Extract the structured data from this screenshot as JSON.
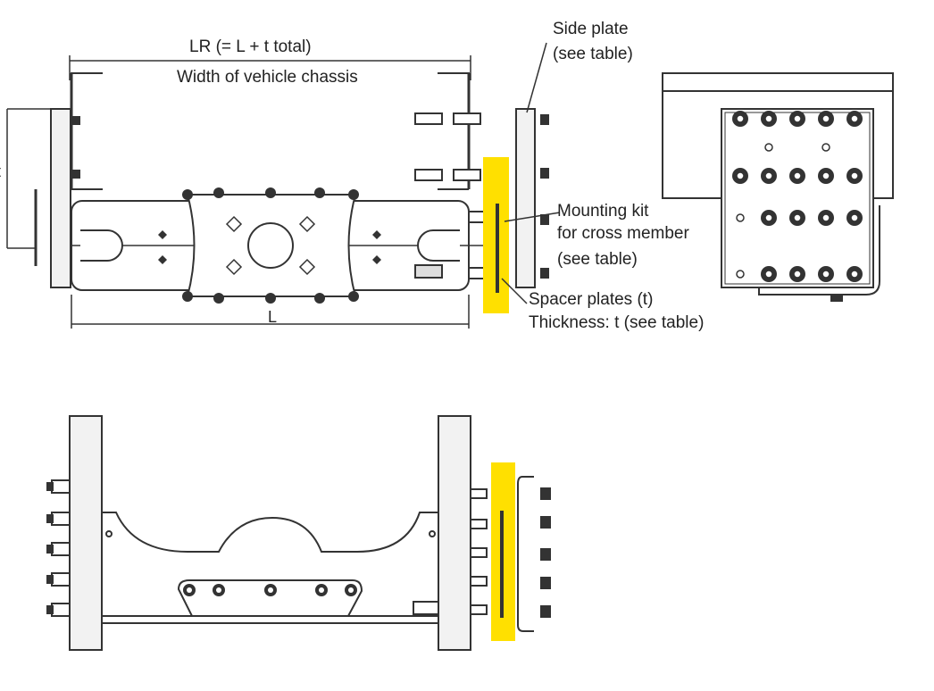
{
  "labels": {
    "lr_dimension": "LR (= L + t total)",
    "chassis_width": "Width of vehicle chassis",
    "side_plate_line1": "Side plate",
    "side_plate_line2": "(see table)",
    "mounting_kit_line1": "Mounting kit",
    "mounting_kit_line2": "for cross member",
    "mounting_kit_line3": "(see table)",
    "spacer_line1": "Spacer plates (t)",
    "spacer_line2": "Thickness: t (see table)",
    "l_dimension": "L",
    "left_cut_label": "t"
  },
  "colors": {
    "highlight": "#ffe000",
    "line": "#333333",
    "fill": "#ffffff",
    "plate_fill": "#f2f2f2"
  }
}
